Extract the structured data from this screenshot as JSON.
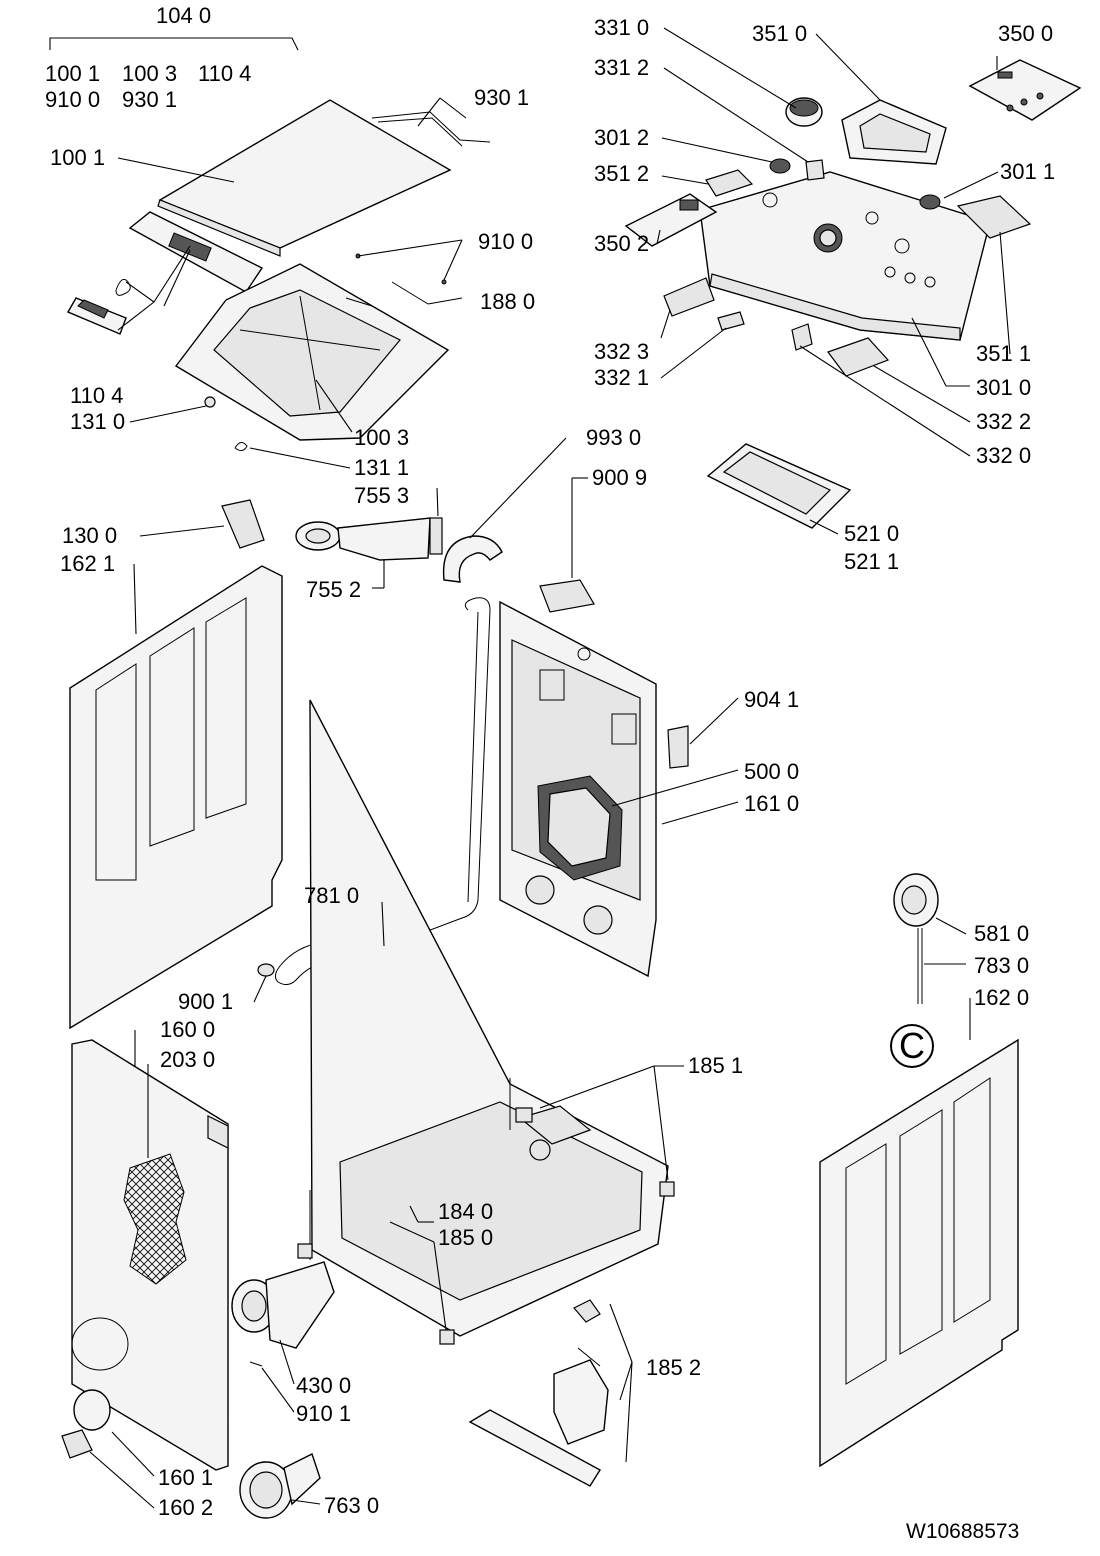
{
  "labels": [
    {
      "text": "104 0"
    },
    {
      "text": "100 1"
    },
    {
      "text": "100 3"
    },
    {
      "text": "110 4"
    },
    {
      "text": "910 0"
    },
    {
      "text": "930 1"
    },
    {
      "text": "930 1"
    },
    {
      "text": "100 1"
    },
    {
      "text": "910 0"
    },
    {
      "text": "188 0"
    },
    {
      "text": "110 4"
    },
    {
      "text": "131 0"
    },
    {
      "text": "100 3"
    },
    {
      "text": "131 1"
    },
    {
      "text": "755 3"
    },
    {
      "text": "130 0"
    },
    {
      "text": "162 1"
    },
    {
      "text": "755 2"
    },
    {
      "text": "993 0"
    },
    {
      "text": "900 9"
    },
    {
      "text": "331 0"
    },
    {
      "text": "331 2"
    },
    {
      "text": "351 0"
    },
    {
      "text": "350 0"
    },
    {
      "text": "301 2"
    },
    {
      "text": "351 2"
    },
    {
      "text": "301 1"
    },
    {
      "text": "350 2"
    },
    {
      "text": "332 3"
    },
    {
      "text": "332 1"
    },
    {
      "text": "351 1"
    },
    {
      "text": "301 0"
    },
    {
      "text": "332 2"
    },
    {
      "text": "332 0"
    },
    {
      "text": "521 0"
    },
    {
      "text": "521 1"
    },
    {
      "text": "904 1"
    },
    {
      "text": "500 0"
    },
    {
      "text": "161 0"
    },
    {
      "text": "781 0"
    },
    {
      "text": "900 1"
    },
    {
      "text": "160 0"
    },
    {
      "text": "203 0"
    },
    {
      "text": "581 0"
    },
    {
      "text": "783 0"
    },
    {
      "text": "162 0"
    },
    {
      "text": "185 1"
    },
    {
      "text": "184 0"
    },
    {
      "text": "185 0"
    },
    {
      "text": "430 0"
    },
    {
      "text": "910 1"
    },
    {
      "text": "185 2"
    },
    {
      "text": "160 1"
    },
    {
      "text": "160 2"
    },
    {
      "text": "763 0"
    }
  ],
  "marker_c": "C",
  "document_code": "W10688573"
}
